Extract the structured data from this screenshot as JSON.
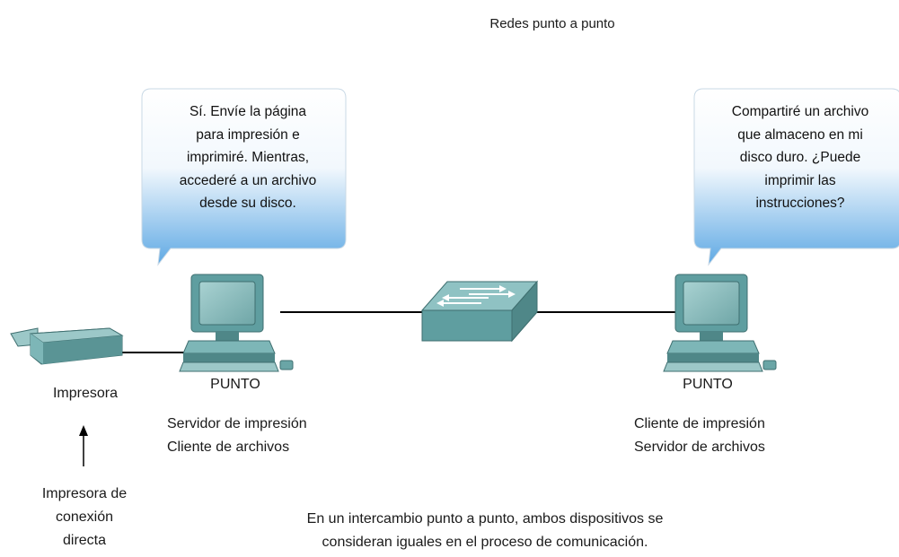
{
  "title": "Redes punto a punto",
  "left_bubble": {
    "lines": [
      "Sí. Envíe la página",
      "para impresión e",
      "imprimiré. Mientras,",
      "accederé a un archivo",
      "desde su disco."
    ]
  },
  "right_bubble": {
    "lines": [
      "Compartiré un archivo",
      "que almaceno en mi",
      "disco duro. ¿Puede",
      "imprimir las",
      "instrucciones?"
    ]
  },
  "printer": {
    "label": "Impresora",
    "note_lines": [
      "Impresora de",
      "conexión",
      "directa"
    ]
  },
  "left_peer": {
    "label": "PUNTO",
    "roles": [
      "Servidor de impresión",
      "Cliente de archivos"
    ]
  },
  "right_peer": {
    "label": "PUNTO",
    "roles": [
      "Cliente de impresión",
      "Servidor de archivos"
    ]
  },
  "caption": {
    "lines": [
      "En un intercambio punto a punto, ambos dispositivos se",
      "consideran iguales en el proceso de comunicación."
    ]
  },
  "colors": {
    "bubble_top": "#ffffff",
    "bubble_bottom": "#6fb3e8",
    "device_body": "#5f9ea0",
    "device_dark": "#3f6f70",
    "device_light": "#9cc8c8"
  }
}
